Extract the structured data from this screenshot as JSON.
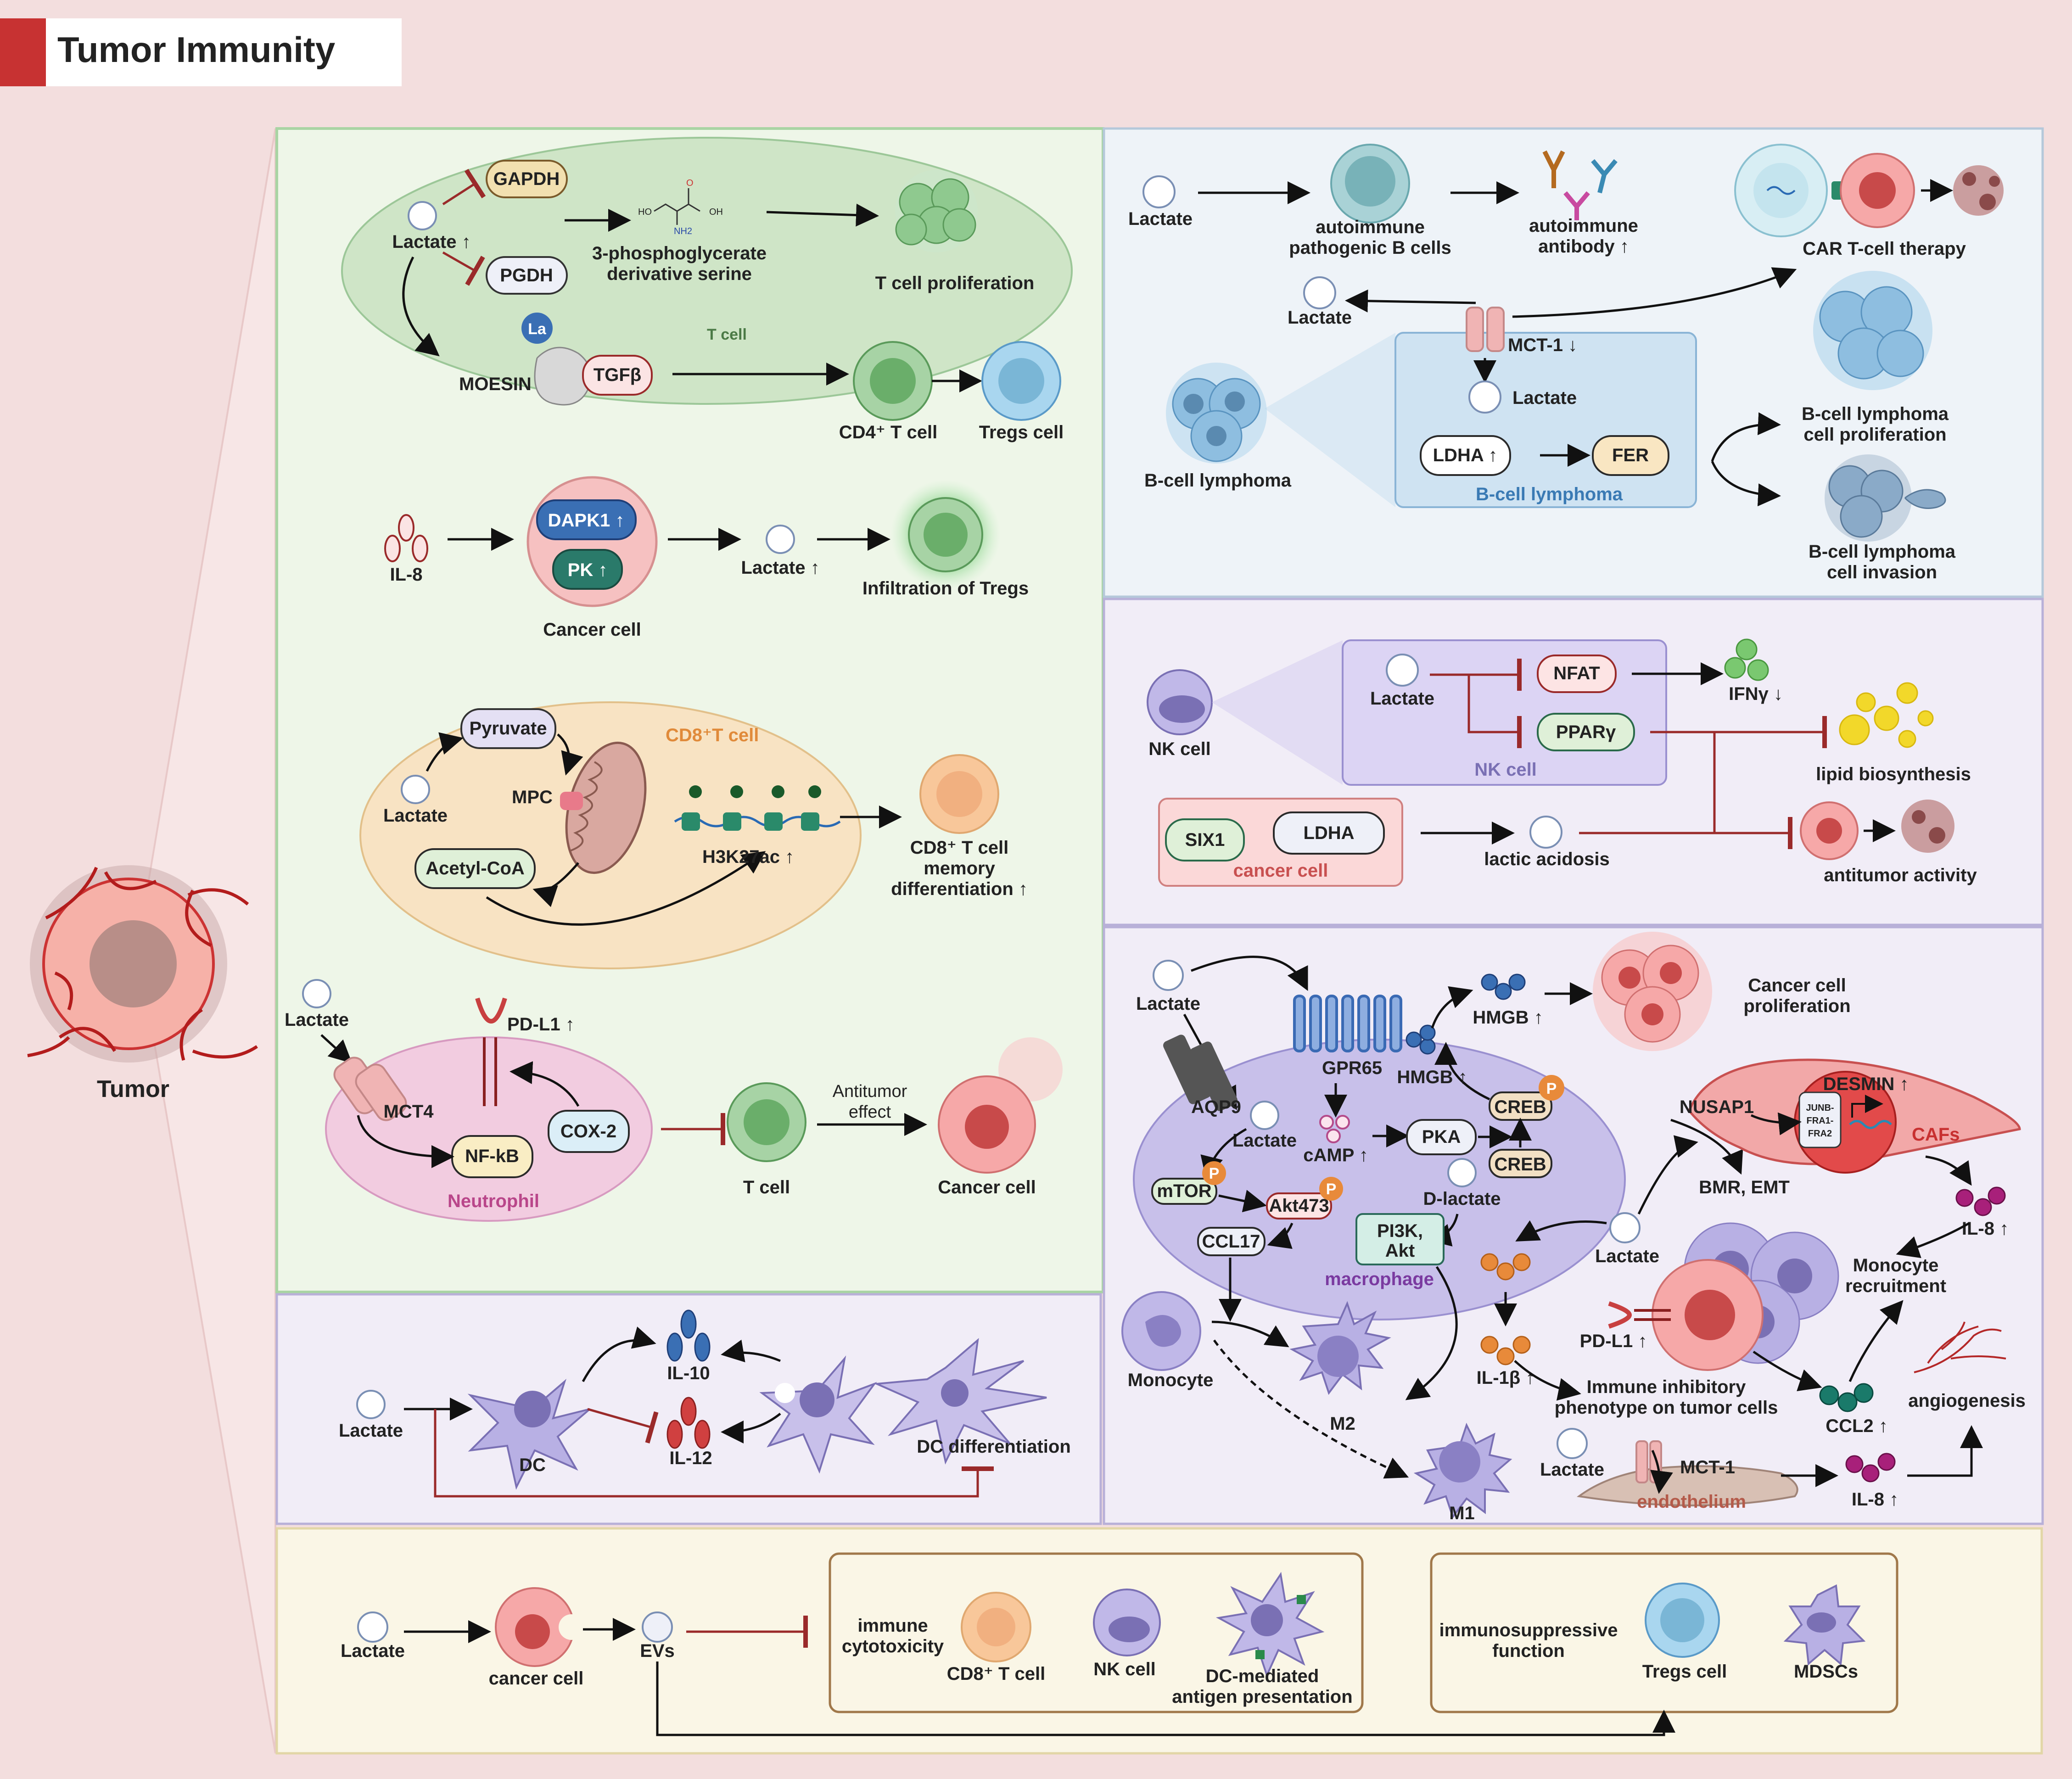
{
  "title": "Tumor Immunity",
  "tumor_label": "Tumor",
  "panel_tcell": {
    "lactate_up": "Lactate ↑",
    "gapdh": "GAPDH",
    "pgdh": "PGDH",
    "serine_1": "3-phosphoglycerate",
    "serine_2": "derivative serine",
    "la": "La",
    "moesin": "MOESIN",
    "tgfb": "TGFβ",
    "t_cell": "T cell",
    "ho": "HO",
    "oh": "OH",
    "nh2": "NH2",
    "o": "O",
    "t_prolif": "T cell proliferation",
    "cd4": "CD4⁺ T cell",
    "tregs": "Tregs cell"
  },
  "panel_il8": {
    "il8": "IL-8",
    "dapk1": "DAPK1 ↑",
    "pk": "PK ↑",
    "cancer": "Cancer cell",
    "lactate_up": "Lactate ↑",
    "infil": "Infiltration of Tregs"
  },
  "panel_cd8": {
    "cd8_cell": "CD8⁺T cell",
    "pyruvate": "Pyruvate",
    "lactate": "Lactate",
    "mpc": "MPC",
    "acetyl": "Acetyl-CoA",
    "h3k": "H3K27ac ↑",
    "mem_1": "CD8⁺ T cell",
    "mem_2": "memory",
    "mem_3": "differentiation ↑"
  },
  "panel_neut": {
    "lactate": "Lactate",
    "pdl1": "PD-L1 ↑",
    "mct4": "MCT4",
    "nfkb": "NF-kB",
    "cox2": "COX-2",
    "neutrophil": "Neutrophil",
    "t_cell": "T cell",
    "anti_1": "Antitumor",
    "anti_2": "effect",
    "cancer": "Cancer cell"
  },
  "panel_dc": {
    "lactate": "Lactate",
    "dc": "DC",
    "il10": "IL-10",
    "il12": "IL-12",
    "dc_diff": "DC differentiation"
  },
  "panel_bcell": {
    "lactate": "Lactate",
    "auto_b_1": "autoimmune",
    "auto_b_2": "pathogenic B cells",
    "auto_ab_1": "autoimmune",
    "auto_ab_2": "antibody ↑",
    "car": "CAR T-cell therapy",
    "lactate2": "Lactate",
    "mct1": "MCT-1 ↓",
    "lactate3": "Lactate",
    "ldha": "LDHA ↑",
    "fer": "FER",
    "box_label": "B-cell lymphoma",
    "bl": "B-cell lymphoma",
    "prolif_1": "B-cell lymphoma",
    "prolif_2": "cell proliferation",
    "inv_1": "B-cell lymphoma",
    "inv_2": "cell invasion"
  },
  "panel_nk": {
    "nk": "NK cell",
    "lactate": "Lactate",
    "nfat": "NFAT",
    "ppar": "PPARγ",
    "ifn": "IFNγ ↓",
    "nk_box": "NK cell",
    "lipid": "lipid biosynthesis",
    "six1": "SIX1",
    "ldha": "LDHA",
    "cancer_box": "cancer cell",
    "acidosis": "lactic acidosis",
    "antitumor": "antitumor activity"
  },
  "panel_mac": {
    "lactate": "Lactate",
    "aqp9": "AQP9",
    "gpr65": "GPR65",
    "hmgb_top": "HMGB ↑",
    "hmgb": "HMGB ↑",
    "cancer_prolif_1": "Cancer cell",
    "cancer_prolif_2": "proliferation",
    "creb": "CREB",
    "creb2": "CREB",
    "lactate_in": "Lactate",
    "camp": "cAMP ↑",
    "pka": "PKA",
    "mtor": "mTOR",
    "akt": "Akt473",
    "d_lactate": "D-lactate",
    "pi3k_1": "PI3K,",
    "pi3k_2": "Akt",
    "ccl17": "CCL17",
    "macrophage": "macrophage",
    "p": "P",
    "nusap": "NUSAP1",
    "desmin": "DESMIN ↑",
    "junb_1": "JUNB-",
    "junb_2": "FRA1-",
    "junb_3": "FRA2",
    "cafs": "CAFs",
    "bmr": "BMR, EMT",
    "il8_a": "IL-8 ↑",
    "lactate_b": "Lactate",
    "monocyte_rec_1": "Monocyte",
    "monocyte_rec_2": "recruitment",
    "monocyte": "Monocyte",
    "m2": "M2",
    "m1": "M1",
    "il1b": "IL-1β ↑",
    "pdl1": "PD-L1 ↑",
    "imm_1": "Immune inhibitory",
    "imm_2": "phenotype on tumor cells",
    "ccl2": "CCL2 ↑",
    "angio": "angiogenesis",
    "lactate_c": "Lactate",
    "mct1": "MCT-1",
    "endo": "endothelium",
    "il8_b": "IL-8 ↑"
  },
  "panel_bottom": {
    "lactate": "Lactate",
    "cancer": "cancer cell",
    "evs": "EVs",
    "imm_cyto_1": "immune",
    "imm_cyto_2": "cytotoxicity",
    "cd8": "CD8⁺ T cell",
    "nk": "NK cell",
    "dcm_1": "DC-mediated",
    "dcm_2": "antigen presentation",
    "isf_1": "immunosuppressive",
    "isf_2": "function",
    "tregs": "Tregs cell",
    "mdsc": "MDSCs"
  },
  "colors": {
    "background": "#f3dede",
    "title_accent": "#c73232",
    "green_panel": "#eef6e8",
    "blue_panel": "#eef3f8",
    "purple_panel": "#f1edf7",
    "yellow_panel": "#faf6e6",
    "inhibit": "#9a2a2a",
    "arrow": "#111111"
  }
}
